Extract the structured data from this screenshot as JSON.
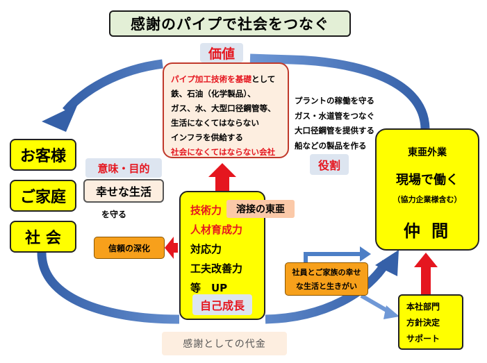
{
  "title": "感謝のパイプで社会をつなぐ",
  "value": {
    "label": "価値",
    "lines_red_top": "パイプ加工技術を基礎",
    "lines_top_rest": "として",
    "lines": [
      "鉄、石油（化学製品）、",
      "ガス、水、大型口径鋼管等、",
      "生活になくてはならない",
      "インフラを供給する"
    ],
    "line_bottom_red": "社会になくてはならない会社"
  },
  "customers": [
    "お客様",
    "ご家庭",
    "社 会"
  ],
  "meaning": {
    "label": "意味・目的",
    "happy_life": "幸せな生活",
    "protect": "を守る"
  },
  "trust": "信頼の深化",
  "core": {
    "items": [
      {
        "text": "技術力",
        "red": true
      },
      {
        "text": "人材育成力",
        "red": true
      },
      {
        "text": "対応力",
        "red": false
      },
      {
        "text": "工夫改善力",
        "red": false
      },
      {
        "text": "等　UP",
        "red": false
      }
    ],
    "weld_label": "溶接の東亜",
    "growth": "自己成長"
  },
  "roles": {
    "lines": [
      "プラントの稼働を守る",
      "ガス・水道管をつなぐ",
      "大口径鋼管を提供する",
      "船などの製品を作る"
    ],
    "label": "役割"
  },
  "partner": {
    "company": "東亜外業",
    "work": "現場で働く",
    "note": "（協力企業様含む）",
    "name": "仲 間"
  },
  "family": [
    "社員とご家族の幸せ",
    "な生活と生きがい"
  ],
  "hq": [
    "本社部門",
    "方針決定",
    "サポート"
  ],
  "thanks": "感謝としての代金",
  "colors": {
    "yellow": "#ffff00",
    "red": "#e5161f",
    "blue_arrow": "#4d7fc6",
    "orange": "#f7a01b",
    "light_blue_tag": "#dde5f0",
    "cream": "#fdeee0",
    "title_green": "#e3efd6"
  }
}
